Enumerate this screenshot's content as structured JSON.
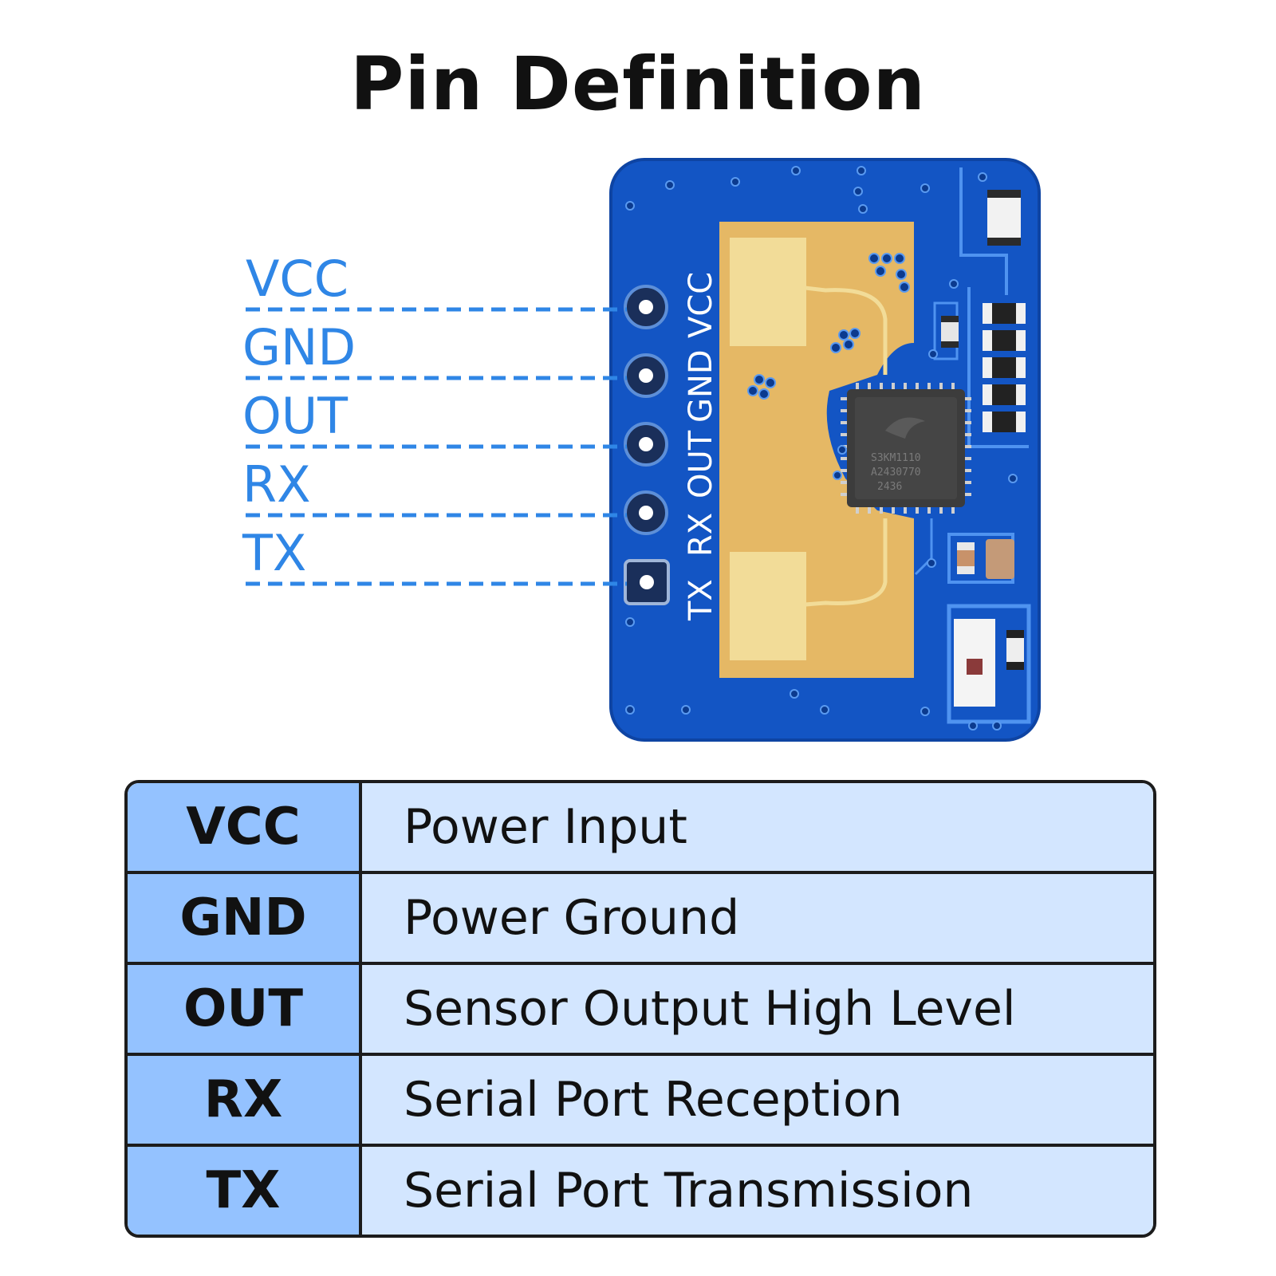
{
  "title": "Pin Definition",
  "pins": [
    {
      "name": "VCC",
      "description": "Power Input"
    },
    {
      "name": "GND",
      "description": "Power Ground"
    },
    {
      "name": "OUT",
      "description": "Sensor Output High Level"
    },
    {
      "name": "RX",
      "description": "Serial Port Reception"
    },
    {
      "name": "TX",
      "description": "Serial Port Transmission"
    }
  ],
  "board_silkscreen": [
    "TX",
    "RX",
    "OUT",
    "GND",
    "VCC"
  ],
  "chip_markings": [
    "S3KM1110",
    "A2430770",
    "2436"
  ],
  "colors": {
    "pcb": "#1355c4",
    "pcb_dark": "#0e44a3",
    "antenna_area": "#e5b865",
    "antenna_pad": "#f2dc98",
    "label_blue": "#2f86e6",
    "table_pin_cell": "#94c2ff",
    "table_desc_cell": "#d3e6ff"
  }
}
